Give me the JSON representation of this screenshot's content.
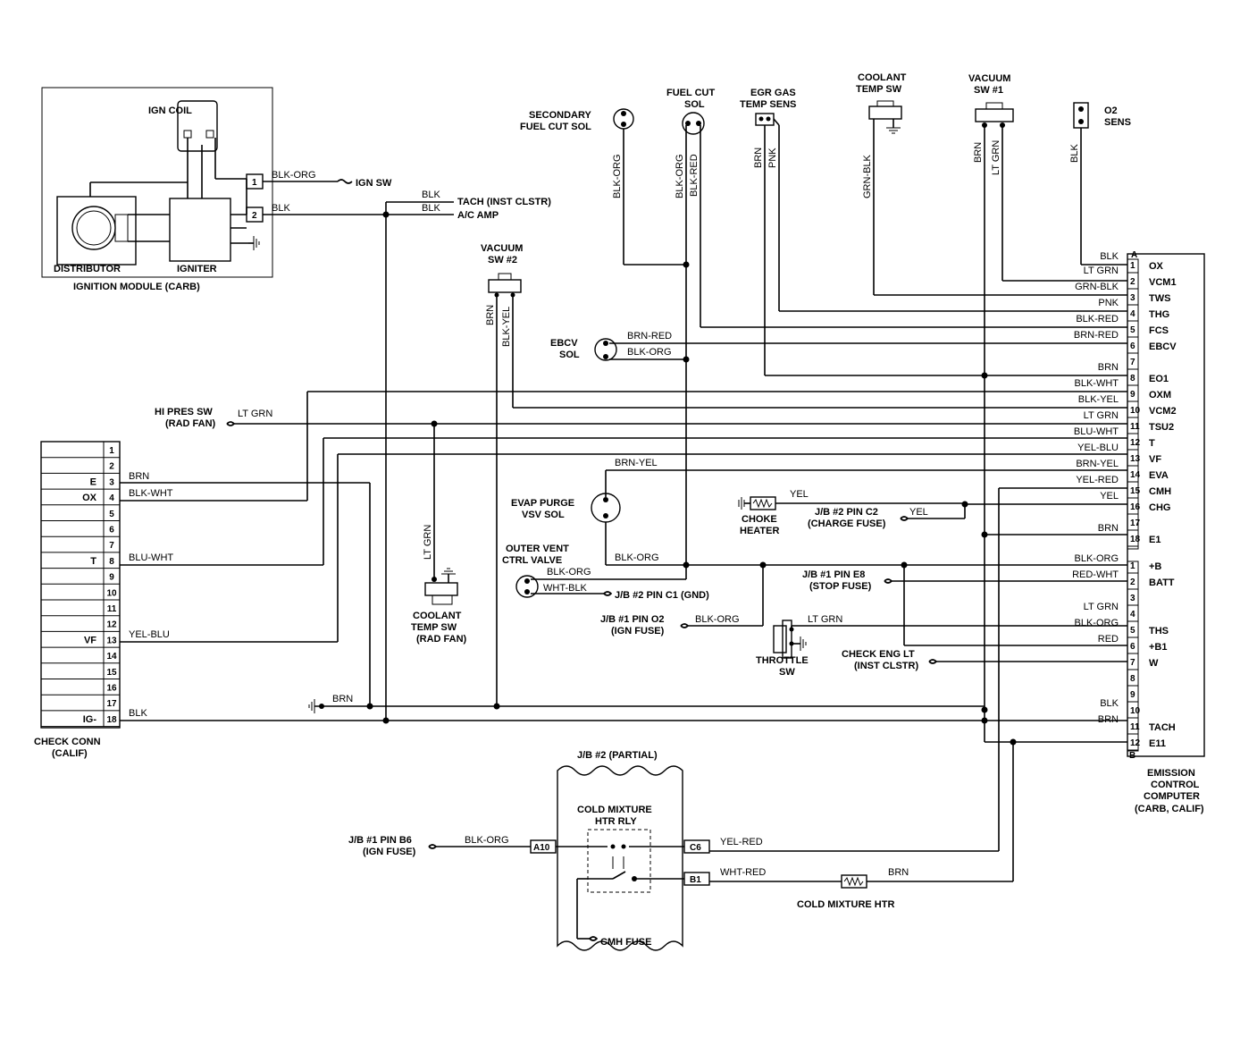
{
  "components": {
    "ign_coil": "IGN COIL",
    "distributor": "DISTRIBUTOR",
    "igniter": "IGNITER",
    "ignition_module": "IGNITION MODULE (CARB)",
    "secondary_fuel_cut_sol_1": "SECONDARY",
    "secondary_fuel_cut_sol_2": "FUEL CUT SOL",
    "fuel_cut_sol_1": "FUEL CUT",
    "fuel_cut_sol_2": "SOL",
    "egr_gas_temp_sens_1": "EGR GAS",
    "egr_gas_temp_sens_2": "TEMP SENS",
    "coolant_temp_sw_1": "COOLANT",
    "coolant_temp_sw_2": "TEMP SW",
    "vacuum_sw1_1": "VACUUM",
    "vacuum_sw1_2": "SW #1",
    "o2_sens_1": "O2",
    "o2_sens_2": "SENS",
    "vacuum_sw2_1": "VACUUM",
    "vacuum_sw2_2": "SW #2",
    "ebcv_sol_1": "EBCV",
    "ebcv_sol_2": "SOL",
    "hi_pres_sw_1": "HI PRES SW",
    "hi_pres_sw_2": "(RAD FAN)",
    "evap_purge_1": "EVAP PURGE",
    "evap_purge_2": "VSV SOL",
    "choke_heater_1": "CHOKE",
    "choke_heater_2": "HEATER",
    "jb2_pin_c2_1": "J/B #2 PIN C2",
    "jb2_pin_c2_2": "(CHARGE FUSE)",
    "outer_vent_1": "OUTER VENT",
    "outer_vent_2": "CTRL VALVE",
    "jb2_pin_c1": "J/B #2 PIN C1 (GND)",
    "jb1_pin_e8_1": "J/B #1 PIN E8",
    "jb1_pin_e8_2": "(STOP FUSE)",
    "jb1_pin_o2_1": "J/B #1 PIN O2",
    "jb1_pin_o2_2": "(IGN FUSE)",
    "coolant_rad_1": "COOLANT",
    "coolant_rad_2": "TEMP SW",
    "coolant_rad_3": "(RAD FAN)",
    "throttle_sw_1": "THROTTLE",
    "throttle_sw_2": "SW",
    "check_eng_lt_1": "CHECK ENG LT",
    "check_eng_lt_2": "(INST CLSTR)",
    "check_conn_1": "CHECK CONN",
    "check_conn_2": "(CALIF)",
    "jb2_partial": "J/B #2 (PARTIAL)",
    "cold_mix_rly_1": "COLD MIXTURE",
    "cold_mix_rly_2": "HTR RLY",
    "cmh_fuse": "CMH FUSE",
    "jb1_pin_b6_1": "J/B #1 PIN B6",
    "jb1_pin_b6_2": "(IGN FUSE)",
    "cold_mix_htr": "COLD MIXTURE HTR",
    "ecu_1": "EMISSION",
    "ecu_2": "CONTROL",
    "ecu_3": "COMPUTER",
    "ecu_4": "(CARB, CALIF)",
    "ign_sw": "IGN SW",
    "tach_inst": "TACH (INST CLSTR)",
    "ac_amp": "A/C AMP"
  },
  "connectors": {
    "jb_a10": "A10",
    "jb_c6": "C6",
    "jb_b1": "B1",
    "ecu_a": "A",
    "ecu_b": "B",
    "ign_pin1": "1",
    "ign_pin2": "2"
  },
  "wires": {
    "blk_org_ign": "BLK-ORG",
    "blk_ign": "BLK",
    "blk_tach": "BLK",
    "blk_ac": "BLK",
    "sec_fcs": "BLK-ORG",
    "fcs_a": "BLK-ORG",
    "fcs_b": "BLK-RED",
    "egr_brn": "BRN",
    "egr_pnk": "PNK",
    "coolant_grn_blk": "GRN-BLK",
    "vsw1_brn": "BRN",
    "vsw1_ltgrn": "LT GRN",
    "o2_blk": "BLK",
    "vsw2_brn": "BRN",
    "vsw2_blk_yel": "BLK-YEL",
    "ebcv_brn_red": "BRN-RED",
    "ebcv_blk_org": "BLK-ORG",
    "hi_pres_ltgrn": "LT GRN",
    "evap_brn_yel": "BRN-YEL",
    "evap_blk_org": "BLK-ORG",
    "choke_yel": "YEL",
    "charge_yel": "YEL",
    "ov_blk_org": "BLK-ORG",
    "ov_wht_blk": "WHT-BLK",
    "ign_fuse_blk_org": "BLK-ORG",
    "rad_lt_grn": "LT GRN",
    "throttle_lt_grn": "LT GRN",
    "cc_brn": "BRN",
    "cc_blk_wht": "BLK-WHT",
    "cc_blu_wht": "BLU-WHT",
    "cc_yel_blu": "YEL-BLU",
    "cc_blk": "BLK",
    "gnd_brn": "BRN",
    "b6_blk_org": "BLK-ORG",
    "c6_yel_red": "YEL-RED",
    "b1_wht_red": "WHT-RED",
    "htr_brn": "BRN"
  },
  "ecu_a_pins": [
    {
      "num": "1",
      "name": "OX",
      "wire": "LT GRN",
      "pre": "BLK"
    },
    {
      "num": "2",
      "name": "VCM1",
      "wire": "GRN-BLK"
    },
    {
      "num": "3",
      "name": "TWS",
      "wire": "PNK"
    },
    {
      "num": "4",
      "name": "THG",
      "wire": "BLK-RED"
    },
    {
      "num": "5",
      "name": "FCS",
      "wire": "BRN-RED"
    },
    {
      "num": "6",
      "name": "EBCV",
      "wire": ""
    },
    {
      "num": "7",
      "name": "",
      "wire": "BRN"
    },
    {
      "num": "8",
      "name": "EO1",
      "wire": "BLK-WHT"
    },
    {
      "num": "9",
      "name": "OXM",
      "wire": "BLK-YEL"
    },
    {
      "num": "10",
      "name": "VCM2",
      "wire": "LT GRN"
    },
    {
      "num": "11",
      "name": "TSU2",
      "wire": "BLU-WHT"
    },
    {
      "num": "12",
      "name": "T",
      "wire": "YEL-BLU"
    },
    {
      "num": "13",
      "name": "VF",
      "wire": "BRN-YEL"
    },
    {
      "num": "14",
      "name": "EVA",
      "wire": "YEL-RED"
    },
    {
      "num": "15",
      "name": "CMH",
      "wire": "YEL"
    },
    {
      "num": "16",
      "name": "CHG",
      "wire": ""
    },
    {
      "num": "17",
      "name": "",
      "wire": "BRN"
    },
    {
      "num": "18",
      "name": "E1",
      "wire": ""
    }
  ],
  "ecu_b_pins": [
    {
      "num": "1",
      "name": "+B",
      "wire": "BLK-ORG"
    },
    {
      "num": "2",
      "name": "BATT",
      "wire": "RED-WHT"
    },
    {
      "num": "3",
      "name": "",
      "wire": ""
    },
    {
      "num": "4",
      "name": "",
      "wire": "LT GRN"
    },
    {
      "num": "5",
      "name": "THS",
      "wire": "BLK-ORG"
    },
    {
      "num": "6",
      "name": "+B1",
      "wire": "RED"
    },
    {
      "num": "7",
      "name": "W",
      "wire": ""
    },
    {
      "num": "8",
      "name": "",
      "wire": ""
    },
    {
      "num": "9",
      "name": "",
      "wire": ""
    },
    {
      "num": "10",
      "name": "",
      "wire": "BLK"
    },
    {
      "num": "11",
      "name": "TACH",
      "wire": "BRN"
    },
    {
      "num": "12",
      "name": "E11",
      "wire": ""
    }
  ],
  "check_conn_pins": [
    {
      "num": "1",
      "name": ""
    },
    {
      "num": "2",
      "name": ""
    },
    {
      "num": "3",
      "name": "E"
    },
    {
      "num": "4",
      "name": "OX"
    },
    {
      "num": "5",
      "name": ""
    },
    {
      "num": "6",
      "name": ""
    },
    {
      "num": "7",
      "name": ""
    },
    {
      "num": "8",
      "name": "T"
    },
    {
      "num": "9",
      "name": ""
    },
    {
      "num": "10",
      "name": ""
    },
    {
      "num": "11",
      "name": ""
    },
    {
      "num": "12",
      "name": ""
    },
    {
      "num": "13",
      "name": "VF"
    },
    {
      "num": "14",
      "name": ""
    },
    {
      "num": "15",
      "name": ""
    },
    {
      "num": "16",
      "name": ""
    },
    {
      "num": "17",
      "name": ""
    },
    {
      "num": "18",
      "name": "IG-"
    }
  ]
}
